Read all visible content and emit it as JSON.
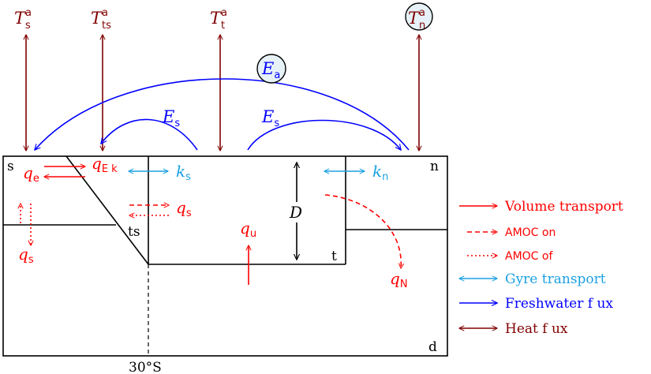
{
  "colors": {
    "volume": "#ff0000",
    "gyre": "#1ba1e2",
    "freshwater": "#0000ff",
    "heat": "#800000",
    "box": "#000000",
    "circle_fill": "#e6f2f7"
  },
  "boxes": {
    "s": "s",
    "n": "n",
    "ts": "ts",
    "t": "t",
    "d": "d"
  },
  "heat": {
    "s": {
      "sym": "T",
      "sup": "a",
      "sub": "s"
    },
    "ts": {
      "sym": "T",
      "sup": "a",
      "sub": "ts"
    },
    "t": {
      "sym": "T",
      "sup": "a",
      "sub": "t"
    },
    "n": {
      "sym": "T",
      "sup": "a",
      "sub": "n"
    }
  },
  "freshwater": {
    "ea": {
      "sym": "E",
      "sub": "a"
    },
    "es_left": {
      "sym": "E",
      "sub": "s"
    },
    "es_right": {
      "sym": "E",
      "sub": "s"
    }
  },
  "volume": {
    "qe": {
      "sym": "q",
      "sub": "e"
    },
    "qek": {
      "sym": "q",
      "sub": "E k"
    },
    "qs_left": {
      "sym": "q",
      "sub": "s"
    },
    "qs_mid": {
      "sym": "q",
      "sub": "s"
    },
    "qu": {
      "sym": "q",
      "sub": "u"
    },
    "qn": {
      "sym": "q",
      "sub": "N"
    }
  },
  "gyre": {
    "ks": {
      "sym": "k",
      "sub": "s"
    },
    "kn": {
      "sym": "k",
      "sub": "n"
    }
  },
  "depth_label": "D",
  "latitude_label": "30°S",
  "legend": [
    {
      "label": "Volume transport",
      "style": "solid",
      "color": "volume",
      "font": "serif"
    },
    {
      "label": "AMOC on",
      "style": "dashed",
      "color": "volume",
      "font": "sans"
    },
    {
      "label": "AMOC of",
      "style": "dotted",
      "color": "volume",
      "font": "sans"
    },
    {
      "label": "Gyre transport",
      "style": "solid",
      "color": "gyre",
      "font": "serif"
    },
    {
      "label": "Freshwater f ux",
      "style": "solid",
      "color": "freshwater",
      "font": "serif"
    },
    {
      "label": "Heat f ux",
      "style": "solid",
      "color": "heat",
      "font": "serif"
    }
  ]
}
